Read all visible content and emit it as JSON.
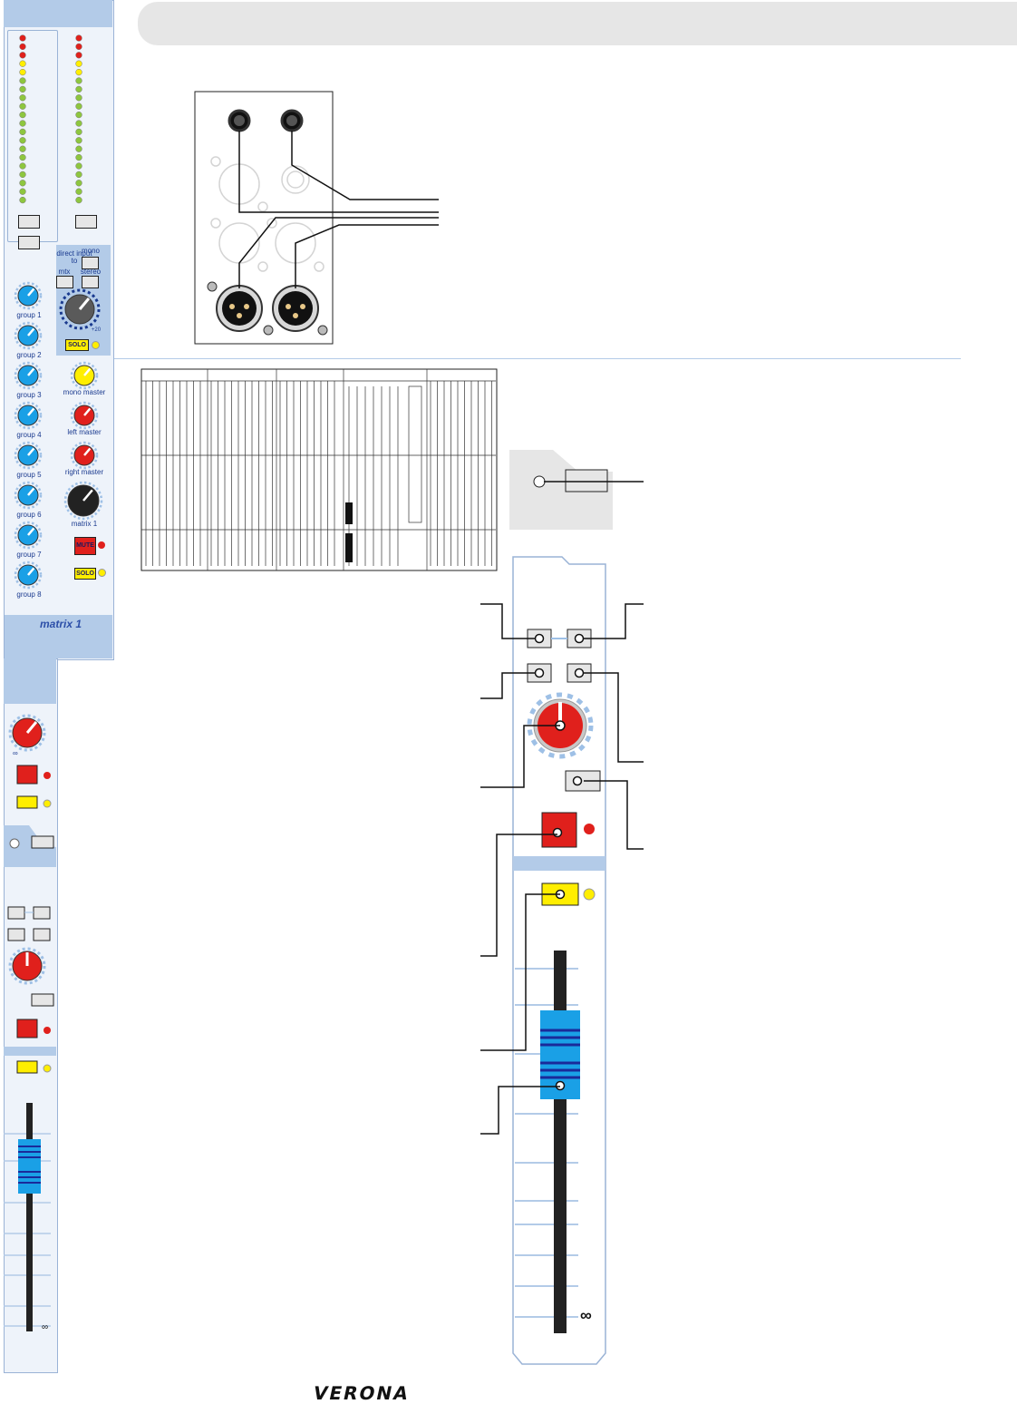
{
  "direct_input": {
    "title": "direct input to",
    "mono": "mono",
    "mtx": "mtx",
    "stereo": "stereo",
    "gain_end": "+20",
    "solo": "SOLO"
  },
  "group_knobs": [
    "group 1",
    "group 2",
    "group 3",
    "group 4",
    "group 5",
    "group 6",
    "group 7",
    "group 8"
  ],
  "master_knobs": [
    "mono master",
    "left master",
    "right master",
    "matrix 1"
  ],
  "matrix_buttons": {
    "mute": "MUTE",
    "solo": "SOLO"
  },
  "channel_title": "matrix 1",
  "fader_scale_end": "∞",
  "brand": "VERONA",
  "colors": {
    "panel_bg": "#eef3fa",
    "panel_accent": "#b3cbe8",
    "knob_blue": "#1aa0e6",
    "knob_red": "#e0201c",
    "knob_yellow": "#ffee00",
    "knob_black": "#222222",
    "fader_cap": "#1aa0e6",
    "fader_cap_stripe": "#1a2a9a",
    "led_red": "#e0201c",
    "led_yellow": "#ffee00",
    "led_green": "#8ec63f",
    "header_bar": "#e6e6e6"
  }
}
